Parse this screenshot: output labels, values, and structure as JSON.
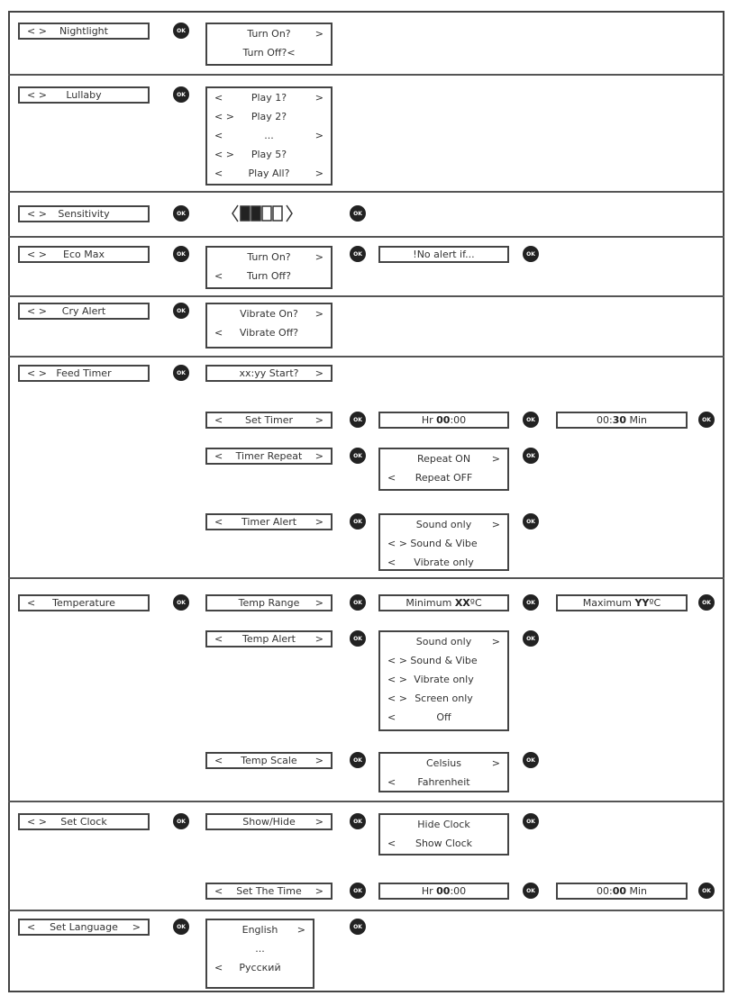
{
  "ok_label": "OK",
  "nightlight": {
    "menu": [
      {
        "l": "< >",
        "t": "Nightlight",
        "r": ""
      }
    ],
    "options": [
      {
        "l": "",
        "t": "Turn On?",
        "r": ">"
      },
      {
        "l": "",
        "t": "Turn Off?<",
        "r": ""
      }
    ]
  },
  "lullaby": {
    "menu": [
      {
        "l": "< >",
        "t": "Lullaby",
        "r": ""
      }
    ],
    "options": [
      {
        "l": "<",
        "t": "Play 1?",
        "r": ">"
      },
      {
        "l": "< >",
        "t": "Play 2?",
        "r": ""
      },
      {
        "l": "<",
        "t": "...",
        "r": ">"
      },
      {
        "l": "< >",
        "t": "Play 5?",
        "r": ""
      },
      {
        "l": "<",
        "t": "Play All?",
        "r": ">"
      }
    ]
  },
  "sensitivity": {
    "menu": [
      {
        "l": "< >",
        "t": "Sensitivity",
        "r": ""
      }
    ],
    "level": 2,
    "max_level": 4
  },
  "eco_max": {
    "menu": [
      {
        "l": "< >",
        "t": "Eco Max",
        "r": ""
      }
    ],
    "options": [
      {
        "l": "",
        "t": "Turn On?",
        "r": ">"
      },
      {
        "l": "<",
        "t": "Turn Off?",
        "r": ""
      }
    ],
    "note": [
      {
        "l": "",
        "t": "!No alert if...",
        "r": ""
      }
    ]
  },
  "cry_alert": {
    "menu": [
      {
        "l": "< >",
        "t": "Cry Alert",
        "r": ""
      }
    ],
    "options": [
      {
        "l": "",
        "t": "Vibrate On?",
        "r": ">"
      },
      {
        "l": "<",
        "t": "Vibrate Off?",
        "r": ""
      }
    ]
  },
  "feed_timer": {
    "menu": [
      {
        "l": "< >",
        "t": "Feed Timer",
        "r": ""
      }
    ],
    "start": [
      {
        "l": "",
        "t": "xx:yy Start?",
        "r": ">"
      }
    ],
    "set_timer": [
      {
        "l": "<",
        "t": "Set Timer",
        "r": ">"
      }
    ],
    "hours": [
      {
        "l": "",
        "t": "Hr ",
        "b": "00",
        "a": ":00",
        "r": ""
      }
    ],
    "minutes": [
      {
        "l": "",
        "t": "00:",
        "b": "30",
        "a": " Min",
        "r": ""
      }
    ],
    "timer_repeat": [
      {
        "l": "<",
        "t": "Timer Repeat",
        "r": ">"
      }
    ],
    "repeat_options": [
      {
        "l": "",
        "t": "Repeat ON",
        "r": ">"
      },
      {
        "l": "<",
        "t": "Repeat OFF",
        "r": ""
      }
    ],
    "timer_alert": [
      {
        "l": "<",
        "t": "Timer Alert",
        "r": ">"
      }
    ],
    "alert_options": [
      {
        "l": "",
        "t": "Sound only",
        "r": ">"
      },
      {
        "l": "< >",
        "t": "Sound & Vibe",
        "r": ""
      },
      {
        "l": "<",
        "t": "Vibrate only",
        "r": ""
      }
    ]
  },
  "temperature": {
    "menu": [
      {
        "l": "<",
        "t": "Temperature",
        "r": ""
      }
    ],
    "temp_range": [
      {
        "l": "",
        "t": "Temp Range",
        "r": ">"
      }
    ],
    "minimum": [
      {
        "l": "",
        "t": "Minimum ",
        "b": "XX",
        "a": "ºC",
        "r": ""
      }
    ],
    "maximum": [
      {
        "l": "",
        "t": "Maximum ",
        "b": "YY",
        "a": "ºC",
        "r": ""
      }
    ],
    "temp_alert": [
      {
        "l": "<",
        "t": "Temp Alert",
        "r": ">"
      }
    ],
    "alert_options": [
      {
        "l": "",
        "t": "Sound only",
        "r": ">"
      },
      {
        "l": "< >",
        "t": "Sound & Vibe",
        "r": ""
      },
      {
        "l": "< >",
        "t": "Vibrate only",
        "r": ""
      },
      {
        "l": "< >",
        "t": "Screen only",
        "r": ""
      },
      {
        "l": "<",
        "t": "Off",
        "r": ""
      }
    ],
    "temp_scale": [
      {
        "l": "<",
        "t": "Temp Scale",
        "r": ">"
      }
    ],
    "scale_options": [
      {
        "l": "",
        "t": "Celsius",
        "r": ">"
      },
      {
        "l": "<",
        "t": "Fahrenheit",
        "r": ""
      }
    ]
  },
  "set_clock": {
    "menu": [
      {
        "l": "< >",
        "t": "Set Clock",
        "r": ""
      }
    ],
    "show_hide": [
      {
        "l": "",
        "t": "Show/Hide",
        "r": ">"
      }
    ],
    "show_options": [
      {
        "l": "",
        "t": "Hide Clock",
        "r": ""
      },
      {
        "l": "<",
        "t": "Show Clock",
        "r": ""
      }
    ],
    "set_time": [
      {
        "l": "<",
        "t": "Set The Time",
        "r": ">"
      }
    ],
    "hours": [
      {
        "l": "",
        "t": "Hr ",
        "b": "00",
        "a": ":00",
        "r": ""
      }
    ],
    "minutes": [
      {
        "l": "",
        "t": "00:",
        "b": "00",
        "a": " Min",
        "r": ""
      }
    ]
  },
  "set_language": {
    "menu": [
      {
        "l": "<",
        "t": "Set Language",
        "r": ">"
      }
    ],
    "options": [
      {
        "l": "",
        "t": "English",
        "r": ">"
      },
      {
        "l": "",
        "t": "...",
        "r": ""
      },
      {
        "l": "<",
        "t": "Русский",
        "r": ""
      }
    ]
  }
}
